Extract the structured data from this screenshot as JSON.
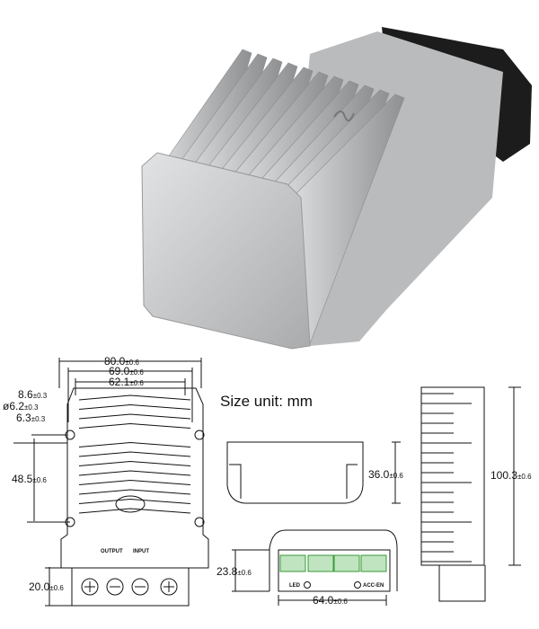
{
  "size_unit_label": "Size unit: mm",
  "front_view": {
    "overall_width": {
      "value": "80.0",
      "tol": "±0.6"
    },
    "mount_hole_spacing": {
      "value": "69.0",
      "tol": "±0.6"
    },
    "inner_width": {
      "value": "62.1",
      "tol": "±0.6"
    },
    "corner_offset": {
      "value": "8.6",
      "tol": "±0.3"
    },
    "hole_diameter": {
      "value": "ø6.2",
      "tol": "±0.3"
    },
    "hole_offset": {
      "value": "6.3",
      "tol": "±0.3"
    },
    "hole_vertical_spacing": {
      "value": "48.5",
      "tol": "±0.6"
    },
    "terminal_depth": {
      "value": "20.0",
      "tol": "±0.6"
    },
    "terminal_labels": {
      "output": "OUTPUT",
      "input": "INPUT"
    }
  },
  "side_view": {
    "height": {
      "value": "36.0",
      "tol": "±0.6"
    }
  },
  "end_view": {
    "terminal_height": {
      "value": "23.8",
      "tol": "±0.6"
    },
    "width": {
      "value": "64.0",
      "tol": "±0.6"
    },
    "led_label": "LED",
    "acc_label": "ACC-EN"
  },
  "right_view": {
    "length": {
      "value": "100.3",
      "tol": "±0.6"
    }
  },
  "colors": {
    "housing": "#c9cacb",
    "connector": "#1a1a1a",
    "terminal_green": "#7bc47b"
  }
}
